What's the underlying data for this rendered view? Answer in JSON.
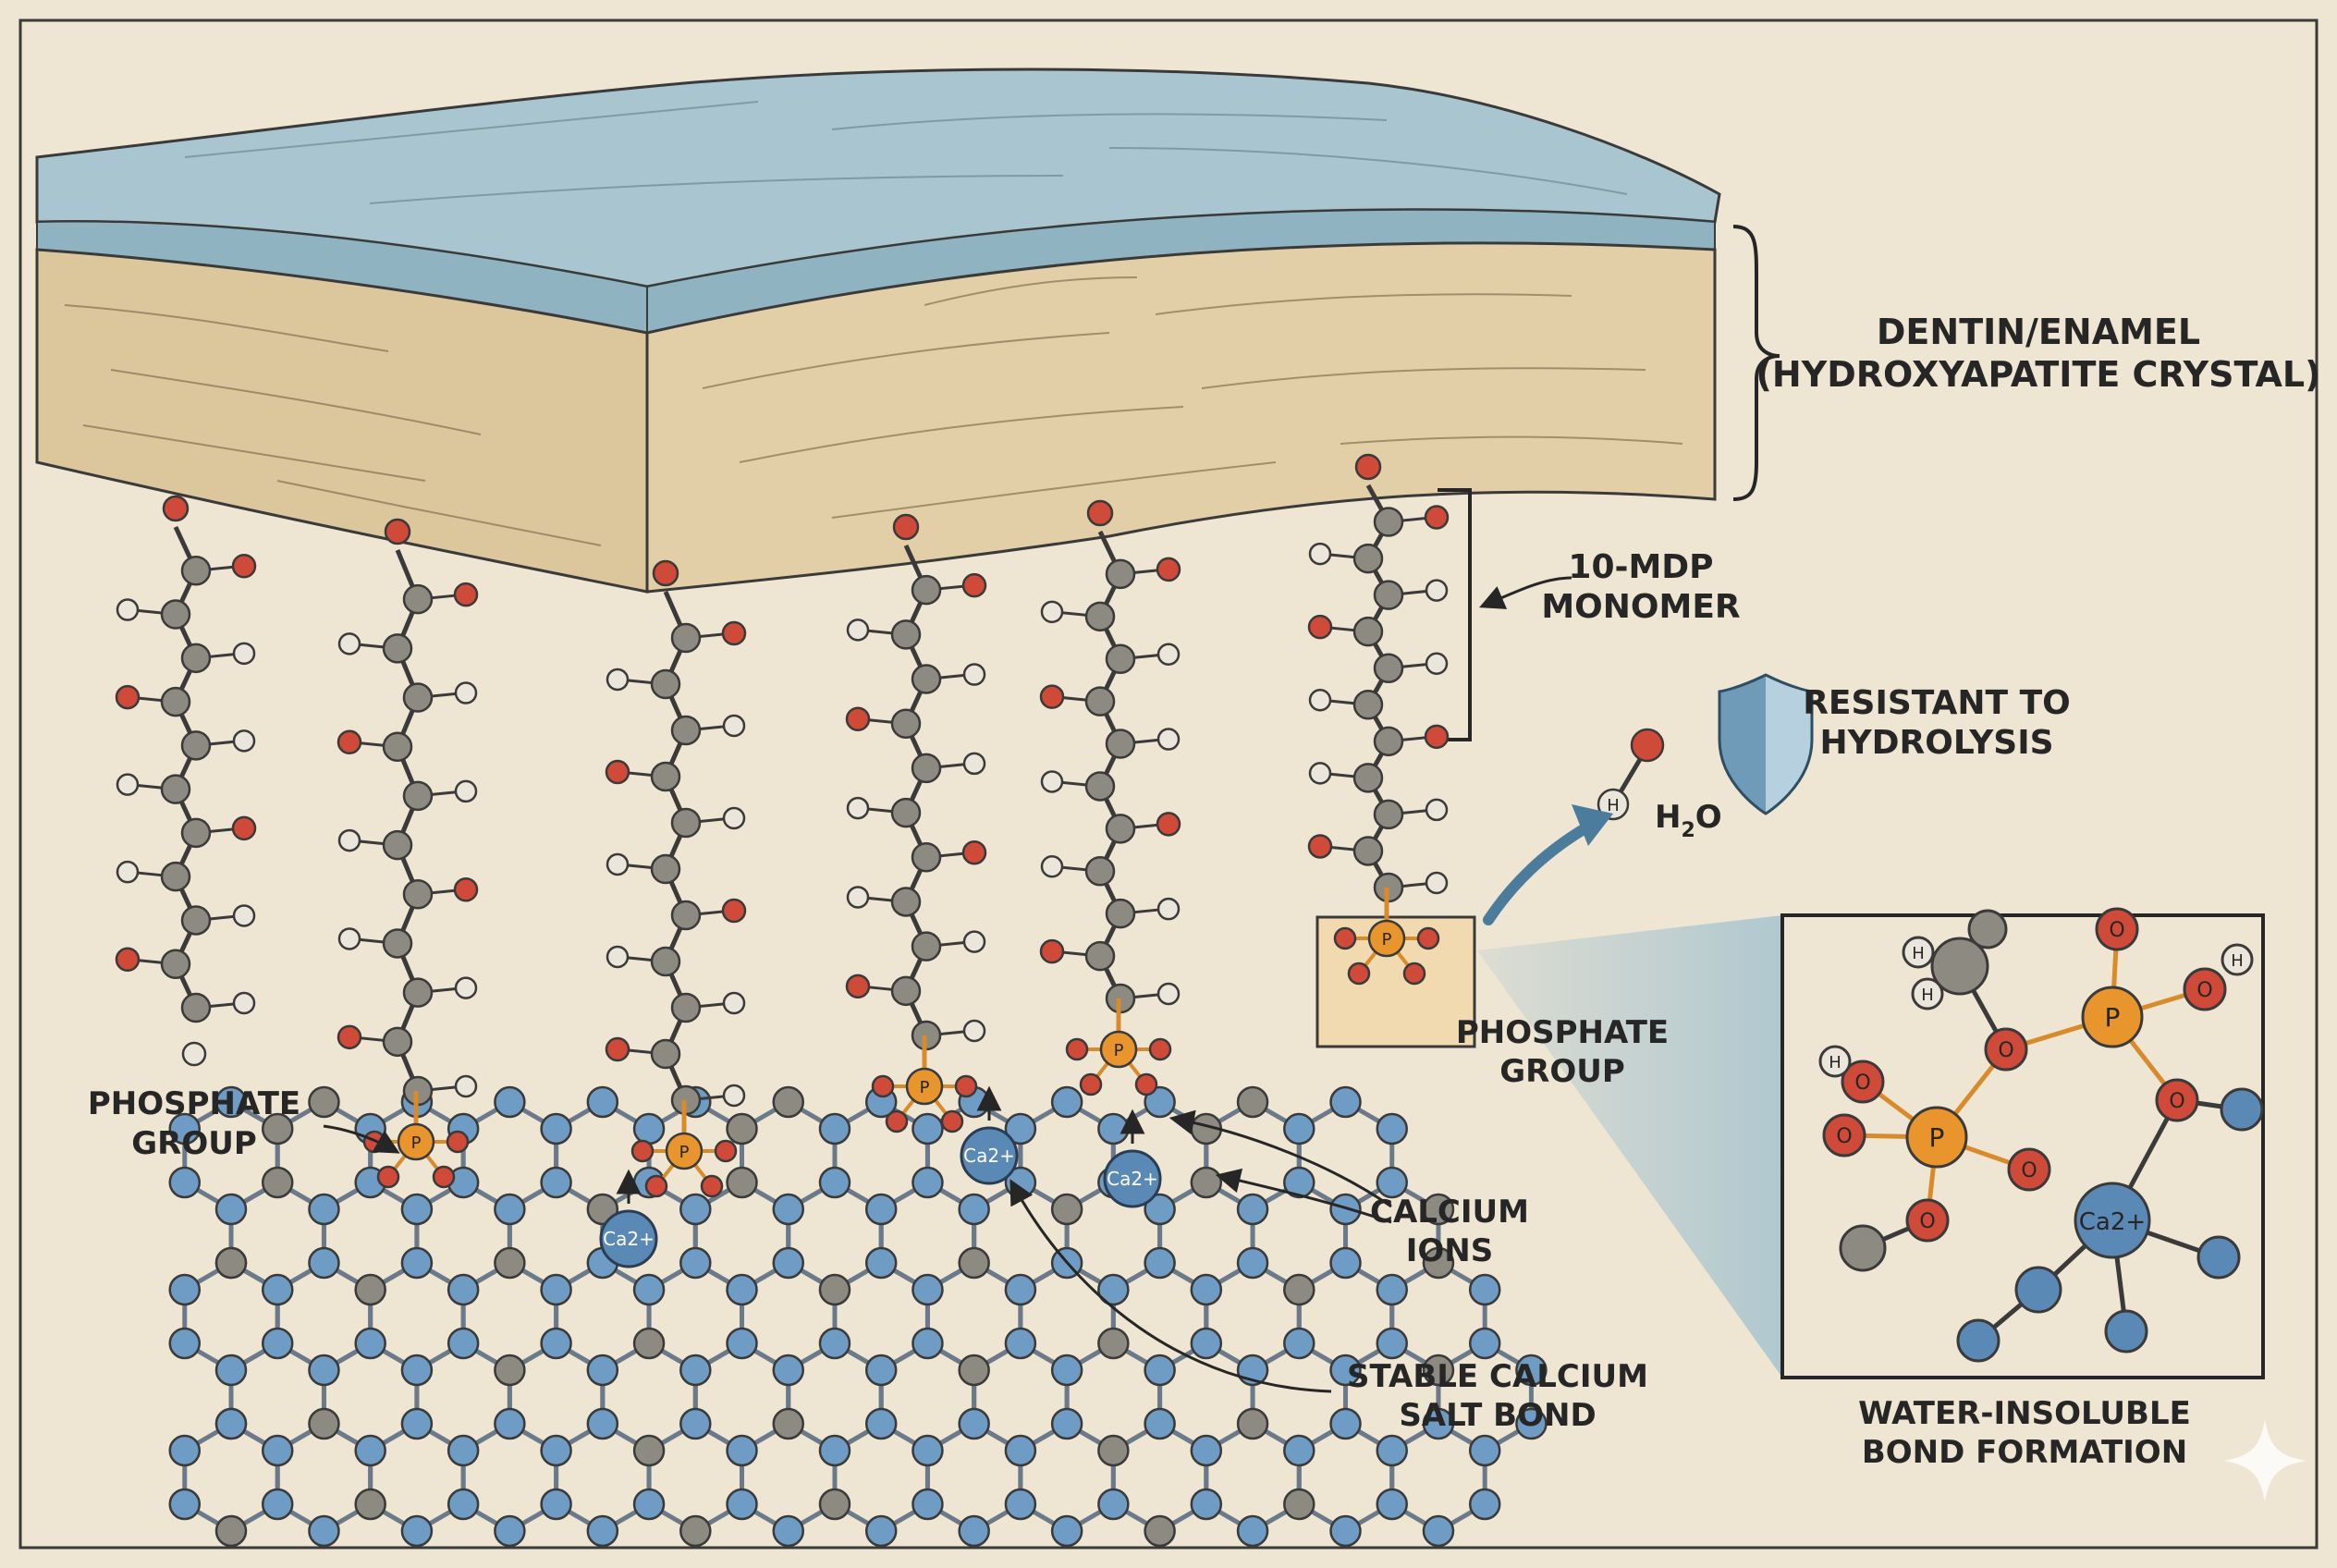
{
  "labels": {
    "substrate_line1": "DENTIN/ENAMEL",
    "substrate_line2": "(HYDROXYAPATITE CRYSTAL)",
    "monomer_line1": "10-MDP",
    "monomer_line2": "MONOMER",
    "resist_line1": "RESISTANT TO",
    "resist_line2": "HYDROLYSIS",
    "water_main": "H",
    "water_sub": "2",
    "water_end": "O",
    "phos_left_line1": "PHOSPHATE",
    "phos_left_line2": "GROUP",
    "phos_mid_line1": "PHOSPHATE",
    "phos_mid_line2": "GROUP",
    "calcium_line1": "CALCIUM",
    "calcium_line2": "IONS",
    "salt_line1": "STABLE CALCIUM",
    "salt_line2": "SALT BOND",
    "inset_line1": "WATER-INSOLUBLE",
    "inset_line2": "BOND FORMATION"
  },
  "atoms": {
    "phosphorus": "P",
    "hydrogen": "H",
    "oxygen": "O",
    "calcium": "Ca2+"
  },
  "colors": {
    "paper": "#efe5d3",
    "enamel": "#a9c5cf",
    "dentin": "#dcc79c",
    "oxygen": "#cf4a38",
    "carbon": "#8d8a82",
    "hydrogen": "#ebe6dc",
    "phosphorus": "#e9952d",
    "calcium": "#5b89b6",
    "lattice": "#6e9cc4",
    "ink": "#262626"
  },
  "icons": [
    "shield-icon",
    "curved-arrow-icon",
    "sparkle-icon"
  ]
}
